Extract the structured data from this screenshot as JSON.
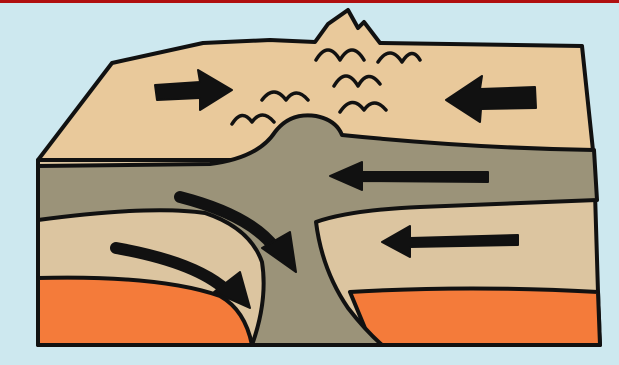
{
  "diagram": {
    "type": "block-diagram",
    "subject": "continental-collision",
    "colors": {
      "background": "#cde8ef",
      "frame_top": "#b01010",
      "surface": "#e9c99b",
      "crust_light": "#dcc5a0",
      "crust_dark": "#9b9379",
      "mantle": "#f47b3a",
      "outline": "#111111",
      "arrow": "#111111"
    },
    "arrows": [
      {
        "layer": "surface",
        "direction": "right"
      },
      {
        "layer": "surface",
        "direction": "left"
      },
      {
        "layer": "upper-crust",
        "direction": "left"
      },
      {
        "layer": "lower-crust",
        "direction": "left"
      },
      {
        "layer": "subducting-slab",
        "direction": "down-right"
      },
      {
        "layer": "subducting-slab",
        "direction": "down-right"
      }
    ],
    "features": [
      "mountain-range",
      "subducting-plate",
      "mantle-layer"
    ],
    "labels": []
  }
}
